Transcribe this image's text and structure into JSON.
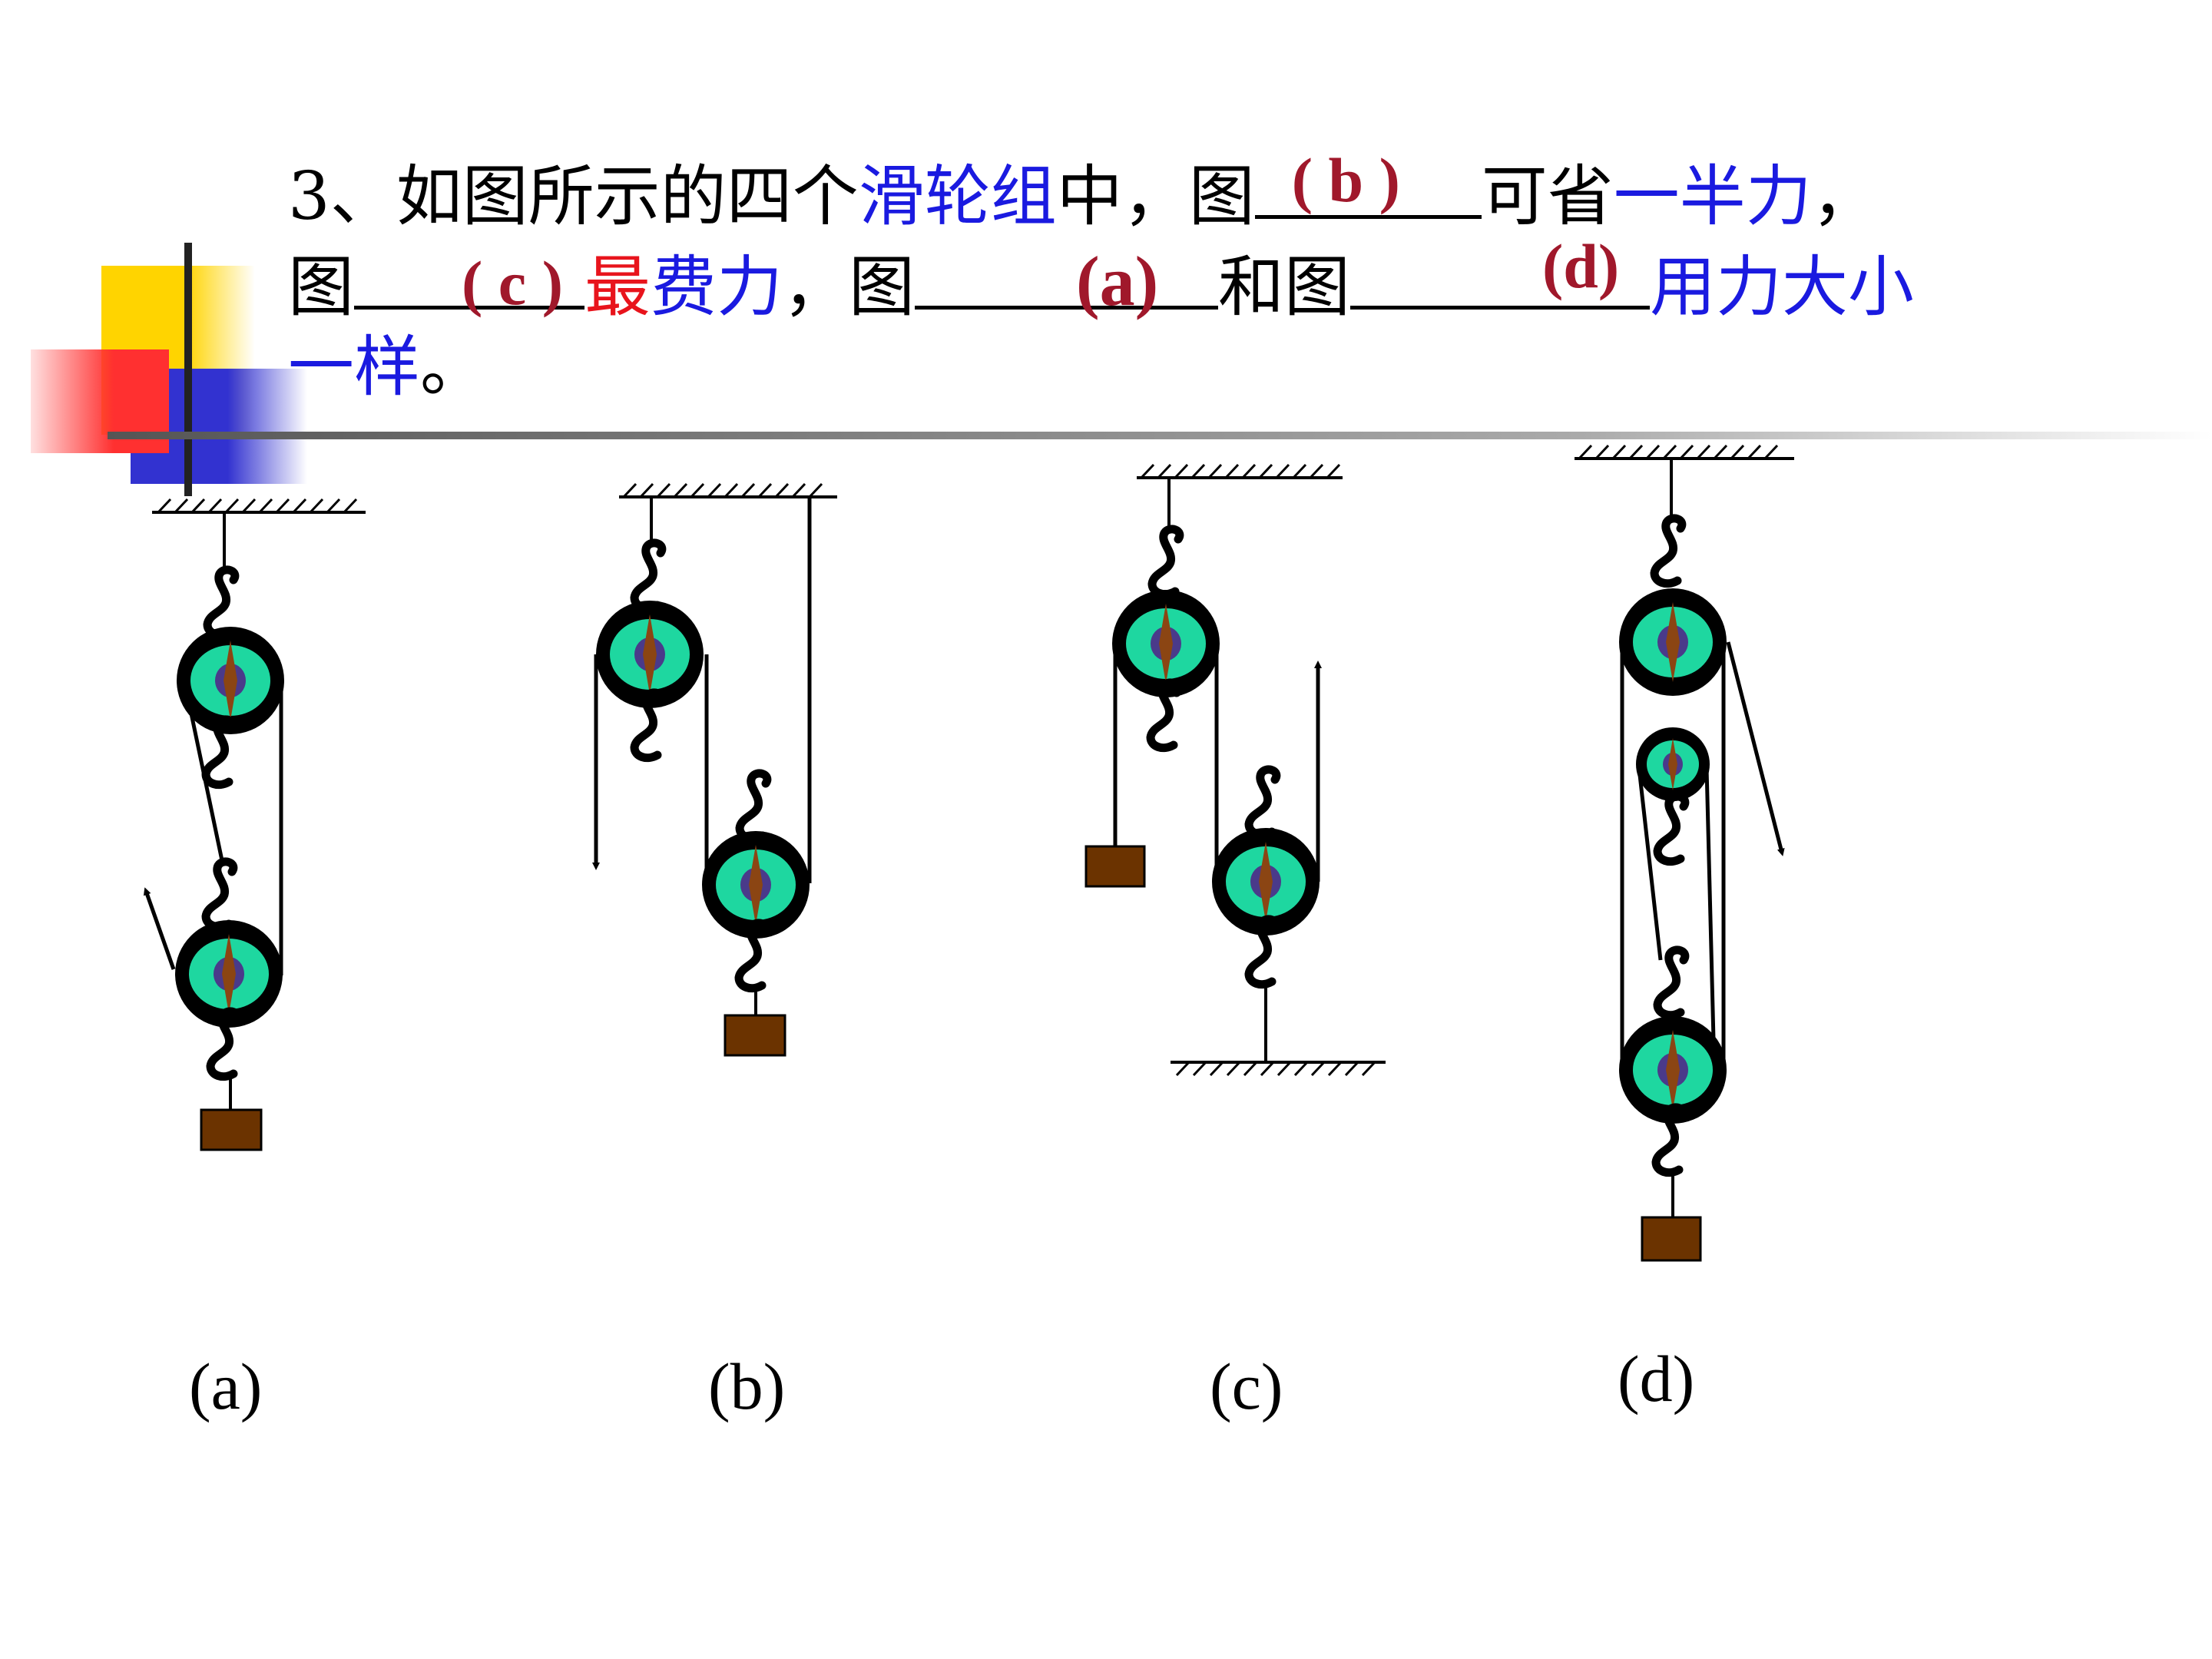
{
  "question": {
    "line1": {
      "seg1": "3、如图所示的四个",
      "seg2": "滑轮组",
      "seg3": "中，图",
      "answer1": "( b )",
      "seg4": "可省",
      "seg5": "一半力",
      "seg6": "，"
    },
    "line2": {
      "seg1": "图",
      "answer2": "(  c )",
      "seg2": "最",
      "seg3": "费力",
      "seg4": "，图",
      "answer3": "(a)",
      "seg5": "和图",
      "answer4": "(d)",
      "seg6": "用力大小"
    },
    "line3": {
      "seg1": "一样",
      "seg2": "。"
    }
  },
  "captions": [
    "(a)",
    "(b)",
    "(c)",
    "(d)"
  ],
  "colors": {
    "black_text": "#000000",
    "blue_text": "#1a1ae0",
    "red_text": "#e8141c",
    "answer": "#a0182b",
    "pulley_fill": "#1ed7a0",
    "pulley_rim": "#000000",
    "axle": "#4a3a8a",
    "weight": "#6b3300",
    "deco_yellow": "#ffd400",
    "deco_red": "#ff3030",
    "deco_blue": "#3232d0"
  }
}
